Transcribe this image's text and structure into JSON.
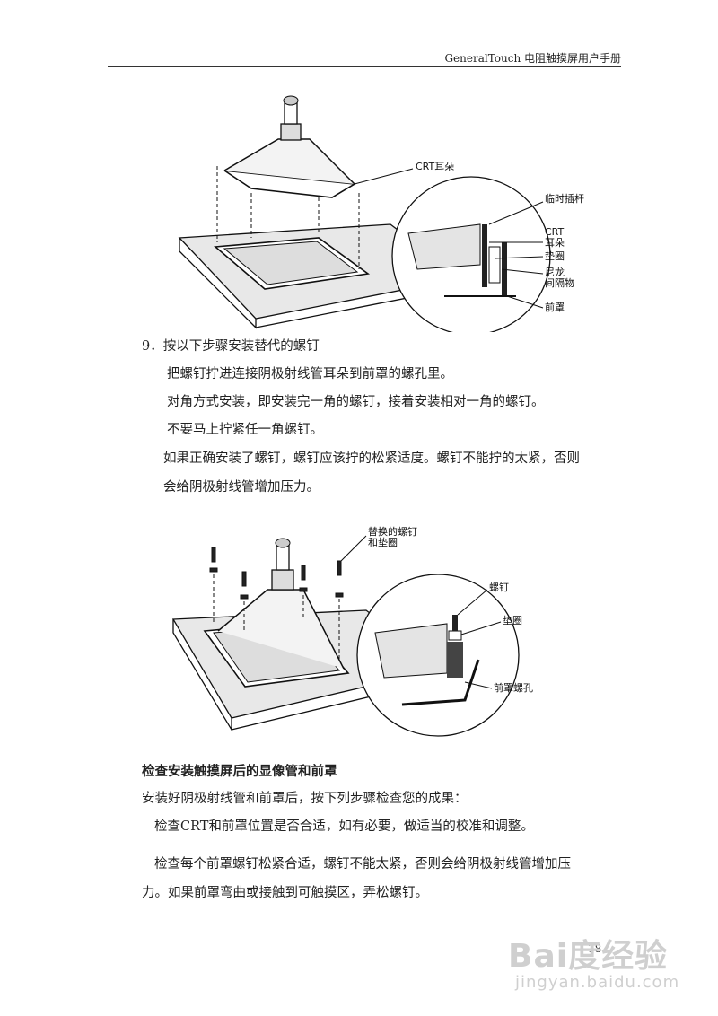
{
  "header": {
    "brand": "GeneralTouch  电阻触摸屏用户手册"
  },
  "figure1": {
    "labels": {
      "crt_ear": "CRT耳朵",
      "temp_bolt": "临时插杆",
      "crt_ear2_line1": "CRT",
      "crt_ear2_line2": "耳朵",
      "washer": "垫圈",
      "spacer_line1": "尼龙",
      "spacer_line2": "间隔物",
      "front_bezel": "前罩"
    }
  },
  "step9": {
    "title": "9．按以下步骤安装替代的螺钉",
    "lines": [
      "把螺钉拧进连接阴极射线管耳朵到前罩的螺孔里。",
      "对角方式安装，即安装完一角的螺钉，接着安装相对一角的螺钉。",
      "不要马上拧紧任一角螺钉。",
      "如果正确安装了螺钉，螺钉应该拧的松紧适度。螺钉不能拧的太紧，否则",
      "会给阴极射线管增加压力。"
    ]
  },
  "figure2": {
    "labels": {
      "replace_screw_line1": "替换的螺钉",
      "replace_screw_line2": "和垫圈",
      "screw": "螺钉",
      "washer": "垫圈",
      "bezel_hole": "前罩螺孔"
    }
  },
  "check": {
    "heading": "检查安装触摸屏后的显像管和前罩",
    "intro": "安装好阴极射线管和前罩后，按下列步骤检查您的成果：",
    "item1": "检查CRT和前罩位置是否合适，如有必要，做适当的校准和调整。",
    "item2_line1": "检查每个前罩螺钉松紧合适，螺钉不能太紧，否则会给阴极射线管增加压",
    "item2_line2": "力。如果前罩弯曲或接触到可触摸区，弄松螺钉。"
  },
  "page_number": "18",
  "watermark": {
    "logo": "Bai度经验",
    "url": "jingyan.baidu.com"
  }
}
